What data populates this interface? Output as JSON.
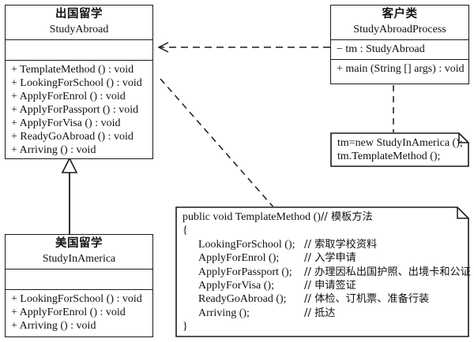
{
  "diagram": {
    "title": "Template Method Pattern - Study Abroad UML Class Diagram",
    "line_color": "#1a1a1a",
    "background": "#ffffff"
  },
  "classes": {
    "study_abroad": {
      "cn_name": "出国留学",
      "en_name": "StudyAbroad",
      "attributes": [],
      "methods": [
        "+ TemplateMethod () : void",
        "+ LookingForSchool () : void",
        "+ ApplyForEnrol () : void",
        "+ ApplyForPassport () : void",
        "+ ApplyForVisa () : void",
        "+ ReadyGoAbroad () : void",
        "+ Arriving () : void"
      ]
    },
    "study_abroad_process": {
      "cn_name": "客户类",
      "en_name": "StudyAbroadProcess",
      "attributes": [
        "− tm : StudyAbroad"
      ],
      "methods": [
        "+ main (String [] args) : void"
      ]
    },
    "study_in_america": {
      "cn_name": "美国留学",
      "en_name": "StudyInAmerica",
      "attributes": [],
      "methods": [
        "+ LookingForSchool () : void",
        "+ ApplyForEnrol () : void",
        "+ Arriving () : void"
      ]
    }
  },
  "notes": {
    "client_note": {
      "lines": [
        "tm=new StudyInAmerica ();",
        "tm.TemplateMethod ();"
      ]
    },
    "template_note": {
      "header": "public void TemplateMethod ()",
      "header_comment": "// 模板方法",
      "open_brace": "{",
      "close_brace": "}",
      "statements": [
        {
          "call": "LookingForSchool ();",
          "comment": "// 索取学校资料"
        },
        {
          "call": "ApplyForEnrol ();",
          "comment": "// 入学申请"
        },
        {
          "call": "ApplyForPassport ();",
          "comment": "// 办理因私出国护照、出境卡和公证"
        },
        {
          "call": "ApplyForVisa ();",
          "comment": "// 申请签证"
        },
        {
          "call": "ReadyGoAbroad ();",
          "comment": "// 体检、订机票、准备行装"
        },
        {
          "call": "Arriving ();",
          "comment": "// 抵达"
        }
      ]
    }
  },
  "relations": {
    "generalization": {
      "name": "StudyInAmerica inherits StudyAbroad",
      "style": "solid-hollow-triangle"
    },
    "dependency": {
      "name": "StudyAbroadProcess depends on StudyAbroad",
      "style": "dashed-open-arrow"
    },
    "note_anchor_client": {
      "name": "client note anchor",
      "style": "dashed"
    },
    "note_anchor_template": {
      "name": "template method note anchor",
      "style": "dashed"
    }
  }
}
